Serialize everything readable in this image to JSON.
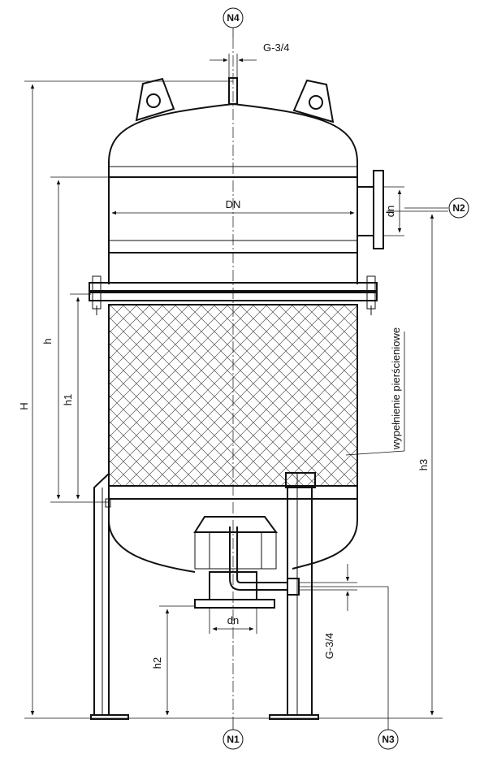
{
  "nozzles": {
    "n1": "N1",
    "n2": "N2",
    "n3": "N3",
    "n4": "N4"
  },
  "dimensions": {
    "top_thread": "G-3/4",
    "side_thread": "G-3/4",
    "diameter": "DN",
    "flange_side": "dn",
    "flange_bottom": "dn",
    "H": "H",
    "h": "h",
    "h1": "h1",
    "h2": "h2",
    "h3": "h3"
  },
  "packing_label": "wypełnienie pierścieniowe"
}
